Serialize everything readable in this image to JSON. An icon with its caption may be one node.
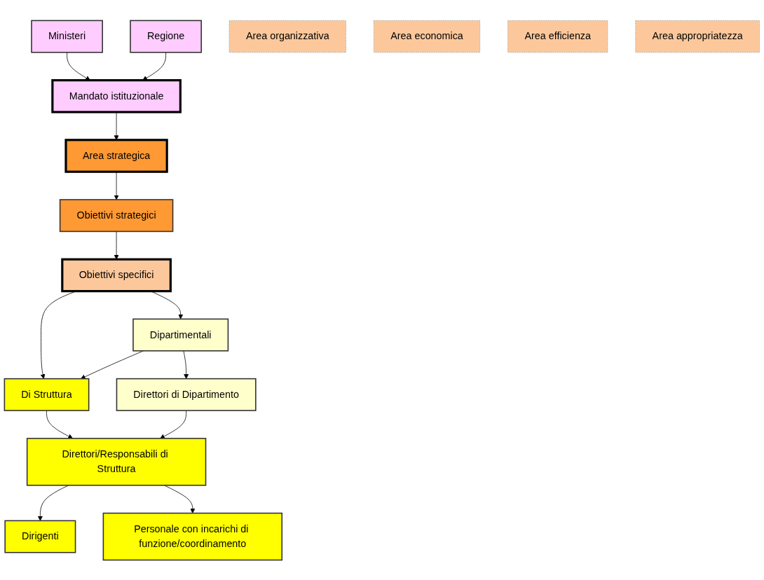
{
  "diagram": {
    "nodes": [
      {
        "text": [
          "Ministeri"
        ]
      },
      {
        "text": [
          "Regione"
        ]
      },
      {
        "text": [
          "Mandato istituzionale"
        ]
      },
      {
        "text": [
          "Area strategica"
        ]
      },
      {
        "text": [
          "Obiettivi strategici"
        ]
      },
      {
        "text": [
          "Obiettivi specifici"
        ]
      },
      {
        "text": [
          "Area organizzativa"
        ]
      },
      {
        "text": [
          "Area economica"
        ]
      },
      {
        "text": [
          "Area efficienza"
        ]
      },
      {
        "text": [
          "Area appropriatezza"
        ]
      },
      {
        "text": [
          "Dipartimentali"
        ]
      },
      {
        "text": [
          "Di Struttura"
        ]
      },
      {
        "text": [
          "Direttori di Dipartimento"
        ]
      },
      {
        "text": [
          "Direttori/Responsabili di Struttura"
        ]
      },
      {
        "text": [
          "Dirigenti"
        ]
      },
      {
        "text": [
          "Personale con incarichi di funzione/coordinamento"
        ]
      }
    ],
    "edges": [
      {
        "from": 0,
        "to": 2,
        "arrow": "to"
      },
      {
        "from": 1,
        "to": 2,
        "arrow": "to"
      },
      {
        "from": 2,
        "to": 3,
        "arrow": "to"
      },
      {
        "from": 3,
        "to": 4,
        "arrow": "to"
      },
      {
        "from": 4,
        "to": 5,
        "arrow": "to"
      },
      {
        "from": 5,
        "to": 10,
        "arrow": "to"
      },
      {
        "from": 5,
        "to": 11,
        "arrow": "to"
      },
      {
        "from": 10,
        "to": 11,
        "arrow": "to"
      },
      {
        "from": 10,
        "to": 12,
        "arrow": "to"
      },
      {
        "from": 11,
        "to": 13,
        "arrow": "to"
      },
      {
        "from": 12,
        "to": 13,
        "arrow": "to"
      },
      {
        "from": 13,
        "to": 14,
        "arrow": "to"
      },
      {
        "from": 13,
        "to": 15,
        "arrow": "to"
      }
    ]
  }
}
